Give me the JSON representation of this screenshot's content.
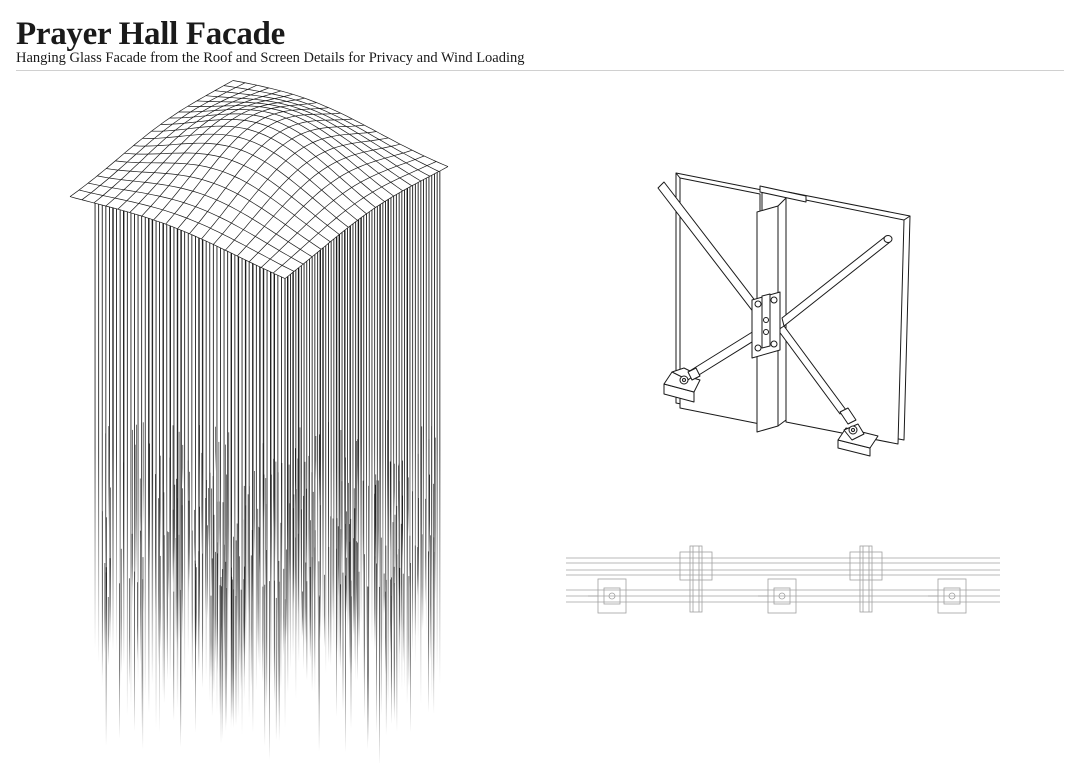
{
  "sheet": {
    "title": "Prayer Hall Facade",
    "subtitle": "Hanging Glass Facade from the Roof and Screen Details for Privacy and Wind Loading"
  },
  "drawings": [
    {
      "id": "roof-mesh",
      "kind": "axonometric",
      "content": "wavy gridshell roof with hanging glass fins"
    },
    {
      "id": "screen-detail",
      "kind": "axonometric detail",
      "content": "glass panels, fin, diagonal bracing rods, clamp brackets, base shoes"
    },
    {
      "id": "screen-plan",
      "kind": "plan detail",
      "content": "repeated clamp and fin plan"
    }
  ],
  "colors": {
    "ink": "#1a1a1a",
    "rule": "#d0d0d0",
    "light_ink": "#9a9a9a"
  }
}
